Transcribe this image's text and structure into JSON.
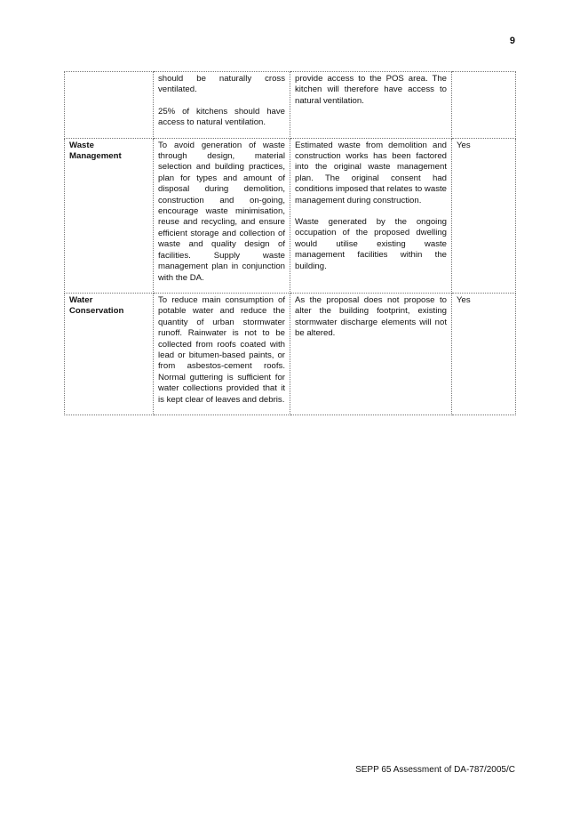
{
  "page": {
    "number": "9"
  },
  "table": {
    "rows": [
      {
        "heading": "",
        "requirement": [
          "should be naturally cross ventilated.",
          "25% of kitchens should have access to natural ventilation."
        ],
        "response": [
          "provide access to the POS area. The kitchen will therefore have access to natural ventilation."
        ],
        "compliance": ""
      },
      {
        "heading": "Waste Management",
        "requirement": [
          "To avoid generation of waste through design, material selection and building practices, plan for types and amount of disposal during demolition, construction and on-going, encourage waste minimisation, reuse and recycling, and ensure efficient storage and collection of waste and quality design of facilities. Supply waste management plan in conjunction with the DA."
        ],
        "response": [
          "Estimated waste from demolition and construction works has been factored into the original waste management plan. The original consent had conditions imposed that relates to waste management during construction.",
          "Waste generated by the ongoing occupation of the proposed dwelling would utilise existing waste management facilities within the building."
        ],
        "compliance": "Yes"
      },
      {
        "heading": "Water Conservation",
        "requirement": [
          "To reduce main consumption of potable water and reduce the quantity of urban stormwater runoff. Rainwater is not to be collected from roofs coated with lead or bitumen-based paints, or from asbestos-cement roofs. Normal guttering is sufficient for water collections provided that it is kept clear of leaves and debris."
        ],
        "response": [
          "As the proposal does not propose to alter the building footprint, existing stormwater discharge elements will not be altered."
        ],
        "compliance": "Yes"
      }
    ]
  },
  "footer": {
    "text": "SEPP 65 Assessment of DA-787/2005/C"
  }
}
